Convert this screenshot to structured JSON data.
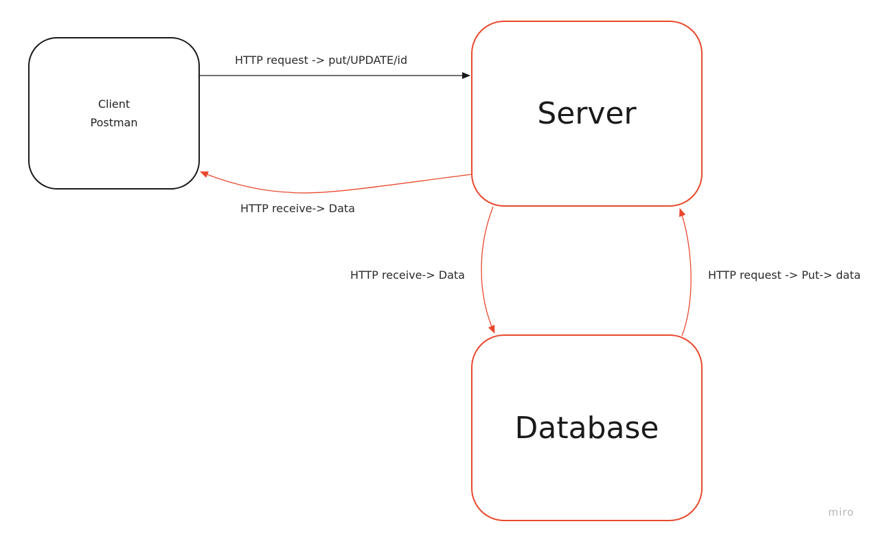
{
  "nodes": {
    "client": {
      "line1": "Client",
      "line2": "Postman"
    },
    "server": {
      "label": "Server"
    },
    "database": {
      "label": "Database"
    }
  },
  "edges": {
    "client_to_server": {
      "label": "HTTP request -> put/UPDATE/id"
    },
    "server_to_client": {
      "label": "HTTP receive-> Data"
    },
    "server_to_database": {
      "label": "HTTP receive-> Data"
    },
    "database_to_server": {
      "label": "HTTP request -> Put-> data"
    }
  },
  "watermark": "miro",
  "colors": {
    "accent": "#e8482c",
    "neutral": "#1a1a1a",
    "watermark": "#b5b5b5"
  }
}
